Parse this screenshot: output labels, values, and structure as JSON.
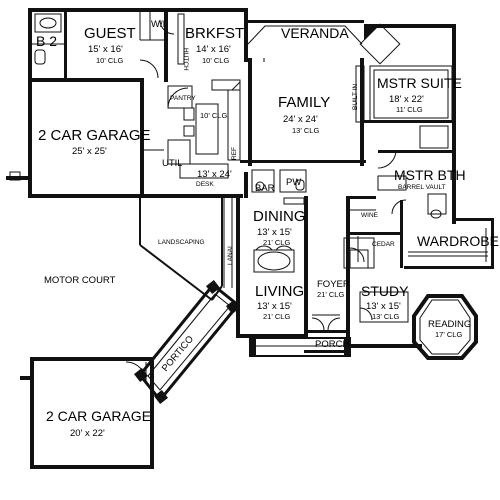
{
  "rooms": {
    "guest": {
      "name": "GUEST",
      "dims": "15' x 16'",
      "clg": "10' CLG"
    },
    "bath2": {
      "name": "B 2"
    },
    "wic": {
      "name": "W/I"
    },
    "brkfst": {
      "name": "BRKFST",
      "dims": "14' x 16'",
      "clg": "10' CLG"
    },
    "hutch": {
      "name": "HUTCH"
    },
    "veranda": {
      "name": "VERANDA"
    },
    "family": {
      "name": "FAMILY",
      "dims": "24' x 24'",
      "clg": "13' CLG"
    },
    "built_in": {
      "name": "BUILT IN"
    },
    "mstr_suite": {
      "name": "MSTR SUITE",
      "dims": "18' x 22'",
      "clg": "11' CLG"
    },
    "garage1": {
      "name": "2 CAR GARAGE",
      "dims": "25' x 25'"
    },
    "pantry": {
      "name": "PANTRY"
    },
    "kitchen": {
      "dims": "13' x 24'",
      "clg": "10' CLG",
      "desk": "DESK",
      "ref": "REF"
    },
    "util": {
      "name": "UTIL"
    },
    "bar": {
      "name": "BAR"
    },
    "pwdr": {
      "name": "PW"
    },
    "mstr_bth": {
      "name": "MSTR BTH",
      "vault": "BARREL VAULT"
    },
    "wine": {
      "name": "WINE"
    },
    "cedar": {
      "name": "CEDAR"
    },
    "wardrobe": {
      "name": "WARDROBE"
    },
    "dining": {
      "name": "DINING",
      "dims": "13' x 15'",
      "clg": "21' CLG"
    },
    "landscaping": {
      "name": "LANDSCAPING"
    },
    "lanai": {
      "name": "LANAI"
    },
    "living": {
      "name": "LIVING",
      "dims": "13' x 15'",
      "clg": "21' CLG"
    },
    "foyer": {
      "name": "FOYER",
      "clg": "21' CLG"
    },
    "study": {
      "name": "STUDY",
      "dims": "13' x 15'",
      "clg": "13' CLG"
    },
    "reading": {
      "name": "READING",
      "clg": "17' CLG"
    },
    "porch": {
      "name": "PORCH"
    },
    "motor_court": {
      "name": "MOTOR COURT"
    },
    "portico": {
      "name": "PORTICO"
    },
    "garage2": {
      "name": "2 CAR GARAGE",
      "dims": "20' x 22'"
    }
  }
}
